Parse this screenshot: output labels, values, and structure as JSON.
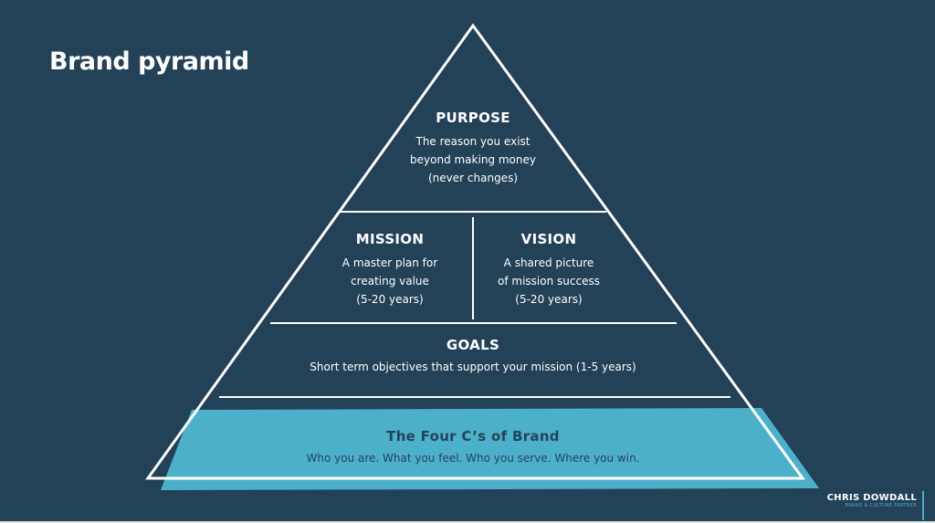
{
  "title": "Brand pyramid",
  "colors": {
    "background": "#234157",
    "accent": "#4db0cb",
    "line": "#ffffff"
  },
  "purpose": {
    "heading": "PURPOSE",
    "lines": [
      "The reason you exist",
      "beyond making money",
      "(never changes)"
    ]
  },
  "mission": {
    "heading": "MISSION",
    "lines": [
      "A master plan for",
      "creating value",
      "(5-20 years)"
    ]
  },
  "vision": {
    "heading": "VISION",
    "lines": [
      "A shared picture",
      "of mission success",
      "(5-20 years)"
    ]
  },
  "goals": {
    "heading": "GOALS",
    "lines": [
      "Short term objectives that support your mission (1-5 years)"
    ]
  },
  "four_cs": {
    "heading": "The Four C’s of Brand",
    "lines": [
      "Who you are. What you feel. Who you serve. Where you win."
    ]
  },
  "logo": {
    "name": "CHRIS DOWDALL",
    "tagline": "BRAND & CULTURE PARTNER"
  }
}
